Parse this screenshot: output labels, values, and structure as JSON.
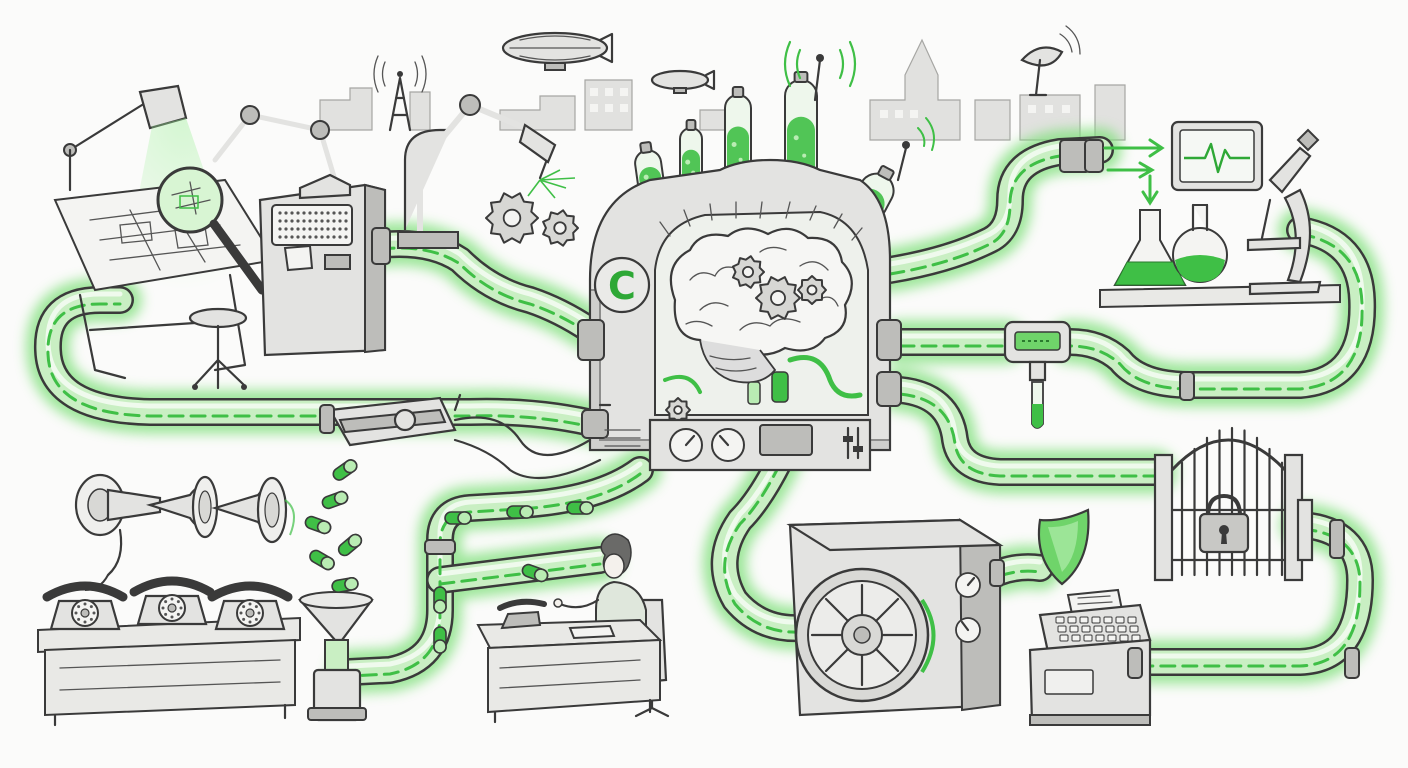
{
  "palette": {
    "ink": "#3a3a3a",
    "metal": "#e3e3e1",
    "pipe_fill": "#c9efc3",
    "pipe_glow": "#7fe07a",
    "liquid": "#3fbf46",
    "background": "#fbfbfa"
  },
  "brain_machine": {
    "logo_letter": "C"
  },
  "stations": [
    {
      "id": "drafting-table",
      "icon": "magnifier-icon"
    },
    {
      "id": "robot-arm-terminal",
      "icon": "robot-arm-icon"
    },
    {
      "id": "gear-welder",
      "icon": "gear-icon"
    },
    {
      "id": "lab-bench",
      "icon": "microscope-icon"
    },
    {
      "id": "heart-monitor",
      "icon": "heartbeat-icon"
    },
    {
      "id": "gramophone-horns",
      "icon": "horn-icon"
    },
    {
      "id": "rotary-telephones",
      "icon": "telephone-icon"
    },
    {
      "id": "receptionist-desk",
      "icon": "person-icon"
    },
    {
      "id": "bank-vault",
      "icon": "vault-icon"
    },
    {
      "id": "security-shield",
      "icon": "shield-icon"
    },
    {
      "id": "locked-gate",
      "icon": "padlock-icon"
    },
    {
      "id": "cash-register",
      "icon": "register-icon"
    }
  ]
}
